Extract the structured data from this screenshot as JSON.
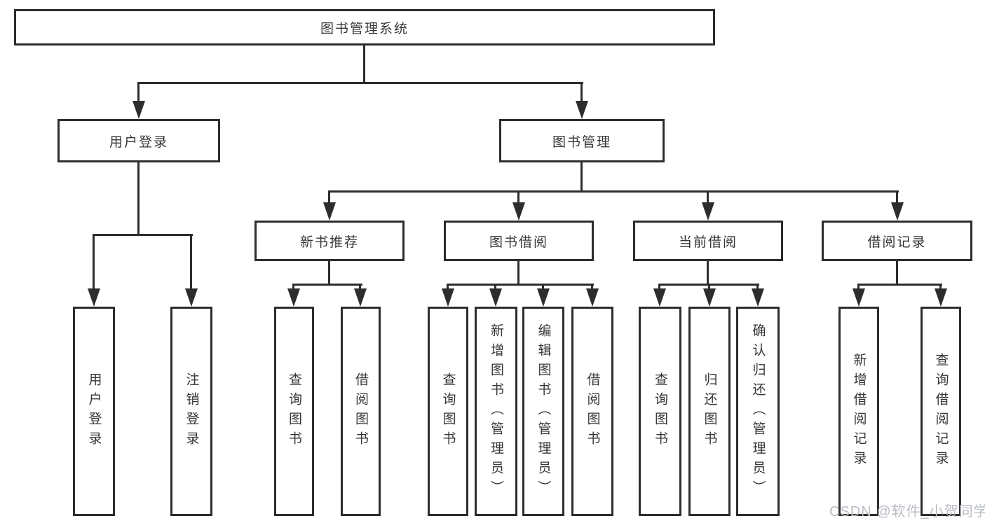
{
  "diagram_title": "图书管理系统",
  "colors": {
    "line": "#2d2d2d",
    "text": "#363636",
    "background": "#ffffff",
    "watermark": "#b9bdc4"
  },
  "nodes": {
    "root": {
      "label": "图书管理系统"
    },
    "level2": [
      {
        "label": "用户登录",
        "parent": "图书管理系统"
      },
      {
        "label": "图书管理",
        "parent": "图书管理系统"
      }
    ],
    "level3": [
      {
        "label": "新书推荐",
        "parent": "图书管理"
      },
      {
        "label": "图书借阅",
        "parent": "图书管理"
      },
      {
        "label": "当前借阅",
        "parent": "图书管理"
      },
      {
        "label": "借阅记录",
        "parent": "图书管理"
      }
    ],
    "leaves": [
      {
        "label": "用户登录",
        "parent": "用户登录"
      },
      {
        "label": "注销登录",
        "parent": "用户登录"
      },
      {
        "label": "查询图书",
        "parent": "新书推荐"
      },
      {
        "label": "借阅图书",
        "parent": "新书推荐"
      },
      {
        "label": "查询图书",
        "parent": "图书借阅"
      },
      {
        "label": "新增图书（管理员）",
        "parent": "图书借阅"
      },
      {
        "label": "编辑图书（管理员）",
        "parent": "图书借阅"
      },
      {
        "label": "借阅图书",
        "parent": "图书借阅"
      },
      {
        "label": "查询图书",
        "parent": "当前借阅"
      },
      {
        "label": "归还图书",
        "parent": "当前借阅"
      },
      {
        "label": "确认归还（管理员）",
        "parent": "当前借阅"
      },
      {
        "label": "新增借阅记录",
        "parent": "借阅记录"
      },
      {
        "label": "查询借阅记录",
        "parent": "借阅记录"
      }
    ]
  },
  "watermark": {
    "text": "CSDN @软件_小贺同学"
  }
}
